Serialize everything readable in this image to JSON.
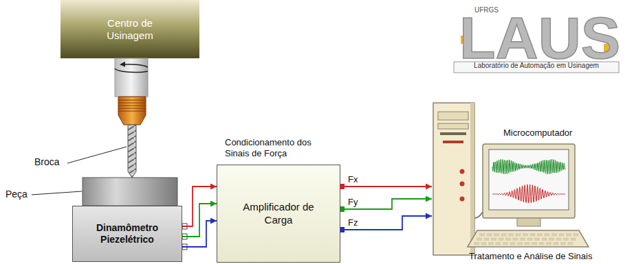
{
  "diagram": {
    "nodes": [
      {
        "text": [
          "Centro de Usinagem"
        ]
      },
      {
        "text": [
          "Dinamômetro Piezelétrico"
        ]
      },
      {
        "text": [
          "Condicionamento dos Sinais de Força",
          "Amplificador de Carga"
        ]
      },
      {
        "text": [
          "Microcomputador"
        ]
      }
    ],
    "edges": [
      {
        "from": 1,
        "to": 2,
        "arrow": "to"
      },
      {
        "from": 1,
        "to": 2,
        "arrow": "to"
      },
      {
        "from": 1,
        "to": 2,
        "arrow": "to"
      }
    ],
    "labels": [
      "UFRGS",
      "LAUS",
      "Laboratório de Automação em Usinagem",
      "Broca",
      "Peça",
      "Fx",
      "Fy",
      "Fz",
      "Tratamento e Análise de Sinais"
    ]
  }
}
